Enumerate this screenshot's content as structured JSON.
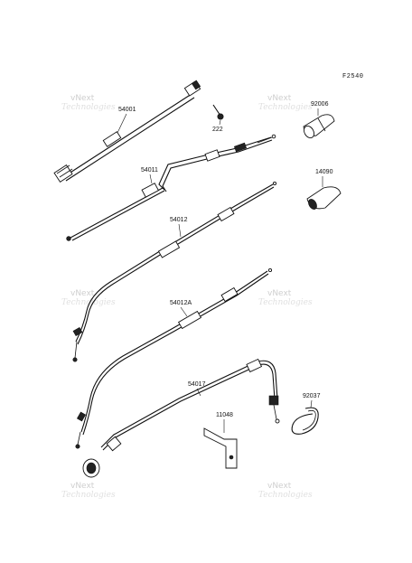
{
  "figure_code": "F2540",
  "watermark": {
    "line1": "vNext",
    "line2": "Technologies"
  },
  "parts": [
    {
      "id": "p-54001",
      "number": "54001"
    },
    {
      "id": "p-222",
      "number": "222"
    },
    {
      "id": "p-92006",
      "number": "92006"
    },
    {
      "id": "p-54011",
      "number": "54011"
    },
    {
      "id": "p-14090",
      "number": "14090"
    },
    {
      "id": "p-54012",
      "number": "54012"
    },
    {
      "id": "p-54012A",
      "number": "54012A"
    },
    {
      "id": "p-54017",
      "number": "54017"
    },
    {
      "id": "p-11048",
      "number": "11048"
    },
    {
      "id": "p-92037",
      "number": "92037"
    }
  ]
}
